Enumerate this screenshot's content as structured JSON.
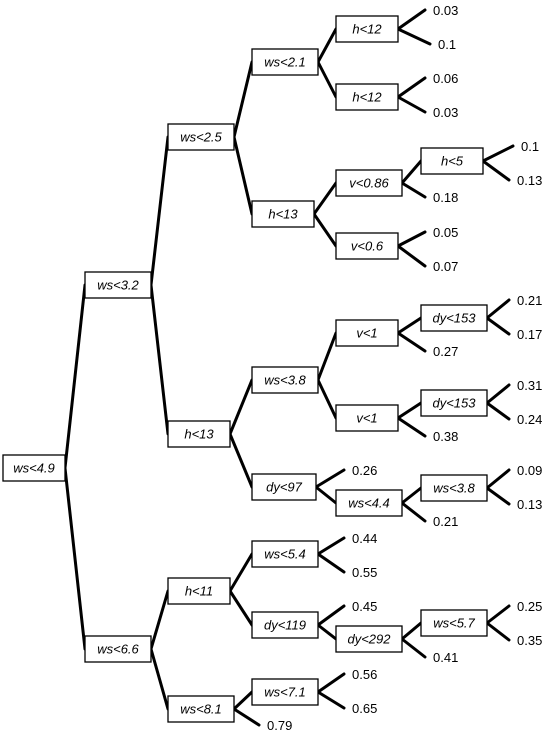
{
  "nodes": [
    {
      "id": "n1",
      "label": "ws<4.9"
    },
    {
      "id": "n2",
      "label": "ws<3.2"
    },
    {
      "id": "n3",
      "label": "ws<6.6"
    },
    {
      "id": "n4",
      "label": "ws<2.5"
    },
    {
      "id": "n5",
      "label": "h<13"
    },
    {
      "id": "n6",
      "label": "ws<2.1"
    },
    {
      "id": "n7",
      "label": "h<13"
    },
    {
      "id": "n8",
      "label": "h<12"
    },
    {
      "id": "n9",
      "label": "h<12"
    },
    {
      "id": "n10",
      "label": "v<0.86"
    },
    {
      "id": "n11",
      "label": "v<0.6"
    },
    {
      "id": "n12",
      "label": "h<5"
    },
    {
      "id": "n13",
      "label": "ws<3.8"
    },
    {
      "id": "n14",
      "label": "dy<97"
    },
    {
      "id": "n15",
      "label": "v<1"
    },
    {
      "id": "n16",
      "label": "v<1"
    },
    {
      "id": "n17",
      "label": "dy<153"
    },
    {
      "id": "n18",
      "label": "dy<153"
    },
    {
      "id": "n19",
      "label": "ws<4.4"
    },
    {
      "id": "n20",
      "label": "ws<3.8"
    },
    {
      "id": "n21",
      "label": "h<11"
    },
    {
      "id": "n22",
      "label": "ws<8.1"
    },
    {
      "id": "n23",
      "label": "ws<5.4"
    },
    {
      "id": "n24",
      "label": "dy<119"
    },
    {
      "id": "n25",
      "label": "dy<292"
    },
    {
      "id": "n26",
      "label": "ws<5.7"
    },
    {
      "id": "n27",
      "label": "ws<7.1"
    }
  ],
  "leaves": [
    {
      "id": "l1",
      "value": "0.03"
    },
    {
      "id": "l2",
      "value": "0.1"
    },
    {
      "id": "l3",
      "value": "0.06"
    },
    {
      "id": "l4",
      "value": "0.03"
    },
    {
      "id": "l5",
      "value": "0.1"
    },
    {
      "id": "l6",
      "value": "0.13"
    },
    {
      "id": "l7",
      "value": "0.18"
    },
    {
      "id": "l8",
      "value": "0.05"
    },
    {
      "id": "l9",
      "value": "0.07"
    },
    {
      "id": "l10",
      "value": "0.21"
    },
    {
      "id": "l11",
      "value": "0.17"
    },
    {
      "id": "l12",
      "value": "0.27"
    },
    {
      "id": "l13",
      "value": "0.31"
    },
    {
      "id": "l14",
      "value": "0.24"
    },
    {
      "id": "l15",
      "value": "0.38"
    },
    {
      "id": "l16",
      "value": "0.26"
    },
    {
      "id": "l17",
      "value": "0.09"
    },
    {
      "id": "l18",
      "value": "0.13"
    },
    {
      "id": "l19",
      "value": "0.21"
    },
    {
      "id": "l20",
      "value": "0.44"
    },
    {
      "id": "l21",
      "value": "0.55"
    },
    {
      "id": "l22",
      "value": "0.45"
    },
    {
      "id": "l23",
      "value": "0.25"
    },
    {
      "id": "l24",
      "value": "0.35"
    },
    {
      "id": "l25",
      "value": "0.41"
    },
    {
      "id": "l26",
      "value": "0.56"
    },
    {
      "id": "l27",
      "value": "0.65"
    },
    {
      "id": "l28",
      "value": "0.79"
    }
  ]
}
